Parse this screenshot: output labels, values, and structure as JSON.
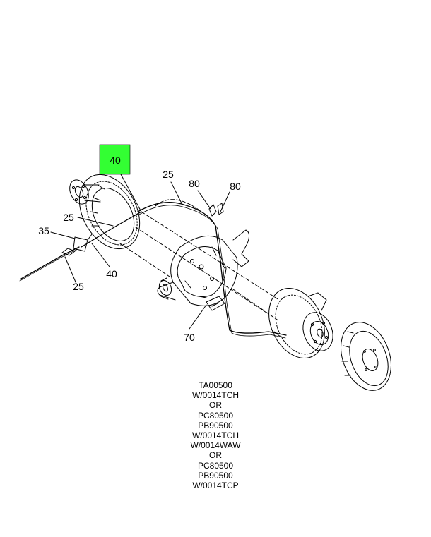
{
  "callouts": {
    "c40_top": "40",
    "c25_top": "25",
    "c80_left": "80",
    "c80_right": "80",
    "c25_left": "25",
    "c35": "35",
    "c40_bottom": "40",
    "c25_bottom": "25",
    "c70": "70"
  },
  "notes": [
    "TA00500",
    "W/0014TCH",
    "OR",
    "PC80500",
    "PB90500",
    "W/0014TCH",
    "W/0014WAW",
    "OR",
    "PC80500",
    "PB90500",
    "W/0014TCP"
  ],
  "colors": {
    "highlight": "#33ff33",
    "line": "#000000",
    "background": "#ffffff"
  }
}
